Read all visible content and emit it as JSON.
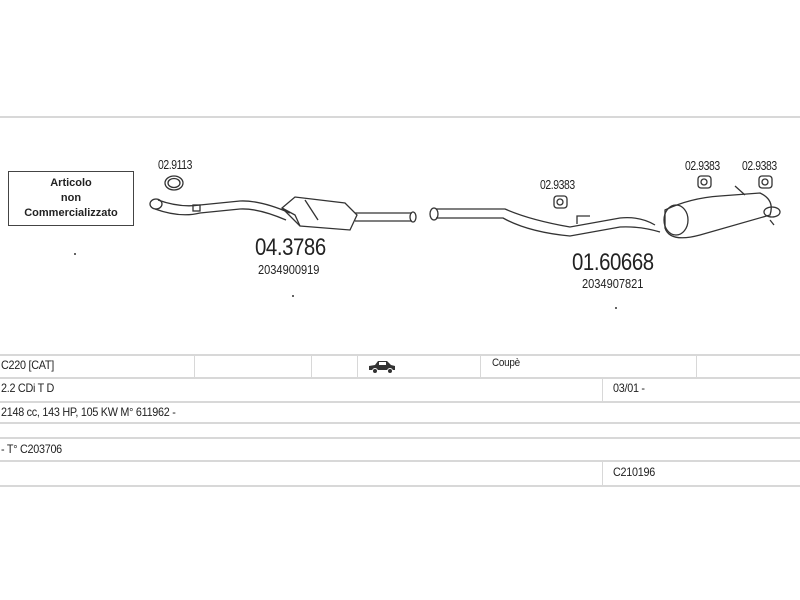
{
  "diagram": {
    "not_sold_box": [
      "Articolo",
      "non",
      "Commercializzato"
    ],
    "parts": [
      {
        "code": "04.3786",
        "oem": "2034900919",
        "gasket": "02.9113"
      },
      {
        "code": "01.60668",
        "oem": "2034907821",
        "hangers": [
          "02.9383",
          "02.9383",
          "02.9383"
        ]
      }
    ]
  },
  "table": {
    "model": "C220  [CAT]",
    "body_icon": "car-coupe-icon",
    "body": "Coupè",
    "engine": "2.2 CDi T D",
    "date": "03/01 -",
    "specs": "2148 cc, 143 HP, 105 KW M° 611962 -",
    "chassis": "- T° C203706",
    "ref": "C210196"
  }
}
